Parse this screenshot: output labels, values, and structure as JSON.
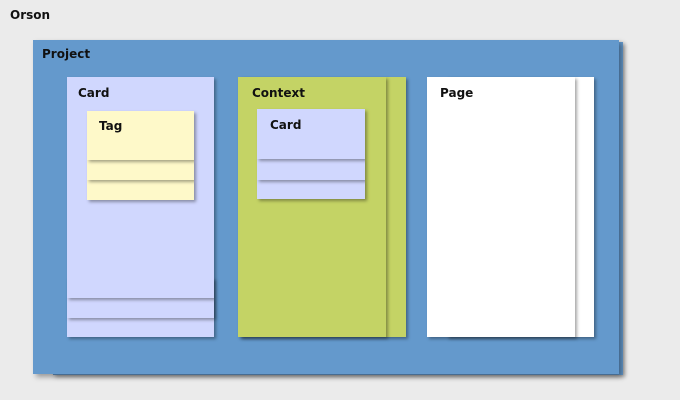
{
  "diagram": {
    "orson": {
      "label": "Orson"
    },
    "project": {
      "label": "Project"
    },
    "card": {
      "label": "Card"
    },
    "tag": {
      "label": "Tag"
    },
    "context": {
      "label": "Context"
    },
    "context_card": {
      "label": "Card"
    },
    "page": {
      "label": "Page"
    }
  },
  "colors": {
    "background": "#ebebeb",
    "project": "#6499cc",
    "card": "#d0d7fe",
    "tag": "#fef9c9",
    "context": "#c4d365",
    "page": "#ffffff"
  }
}
